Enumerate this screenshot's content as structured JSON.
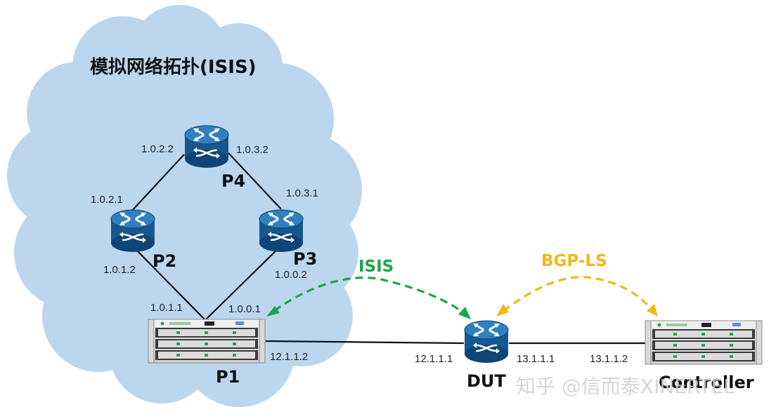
{
  "title": "模拟网络拓扑(ISIS)",
  "colors": {
    "cloud": "#bcd6ee",
    "link": "#111111",
    "isis": "#1aa64a",
    "bgp": "#f2b716",
    "router_top": "#2f7fc1",
    "router_body": "#17578f"
  },
  "nodes": {
    "p1": "P1",
    "p2": "P2",
    "p3": "P3",
    "p4": "P4",
    "dut": "DUT",
    "controller": "Controller"
  },
  "protocols": {
    "isis": "ISIS",
    "bgp_ls": "BGP-LS"
  },
  "interfaces": {
    "p4_to_p2": "1.0.2.2",
    "p4_to_p3": "1.0.3.2",
    "p2_to_p4": "1.0.2.1",
    "p3_to_p4": "1.0.3.1",
    "p2_to_p1": "1.0.1.2",
    "p3_to_p1": "1.0.0.2",
    "p1_to_p2": "1.0.1.1",
    "p1_to_p3": "1.0.0.1",
    "p1_to_dut": "12.1.1.2",
    "dut_to_p1": "12.1.1.1",
    "dut_to_controller": "13.1.1.1",
    "controller_to_dut": "13.1.1.2"
  },
  "watermark": "知乎 @信而泰XINERTEL"
}
